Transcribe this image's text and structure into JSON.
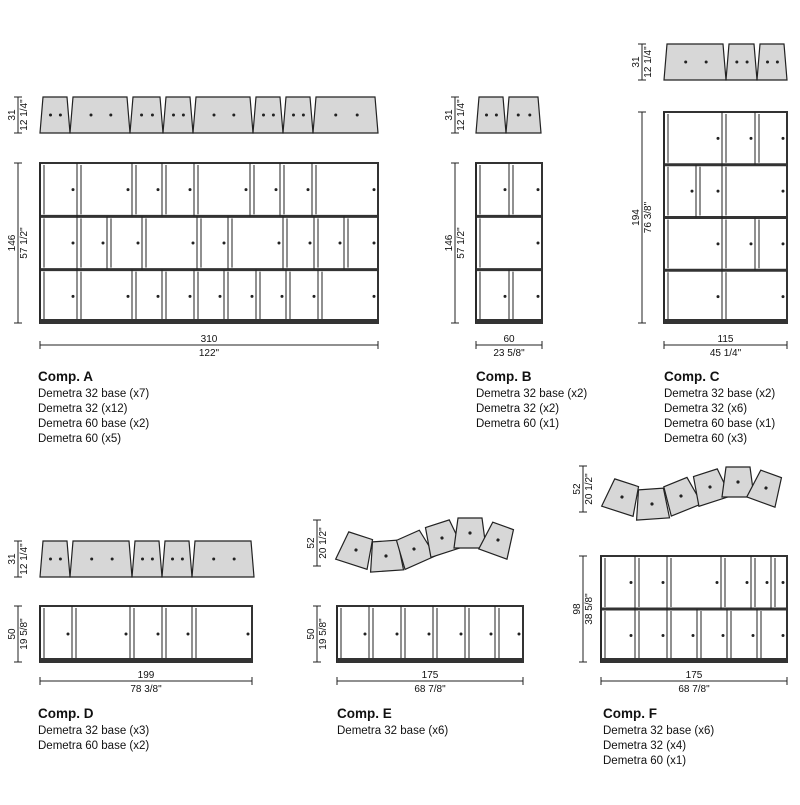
{
  "colors": {
    "panel": "#d7d7d7",
    "line": "#222222",
    "frame": "#333333",
    "text": "#111111"
  },
  "dims": {
    "a_width": "310",
    "a_width_in": "122\"",
    "a_height": "146",
    "a_height_in": "57 1/2\"",
    "a_depth": "31",
    "a_depth_in": "12 1/4\"",
    "b_width": "60",
    "b_width_in": "23 5/8\"",
    "b_height": "146",
    "b_height_in": "57 1/2\"",
    "b_depth": "31",
    "b_depth_in": "12 1/4\"",
    "c_width": "115",
    "c_width_in": "45 1/4\"",
    "c_height": "194",
    "c_height_in": "76 3/8\"",
    "c_depth": "31",
    "c_depth_in": "12 1/4\"",
    "d_width": "199",
    "d_width_in": "78 3/8\"",
    "d_height": "50",
    "d_height_in": "19 5/8\"",
    "d_depth": "31",
    "d_depth_in": "12 1/4\"",
    "e_width": "175",
    "e_width_in": "68 7/8\"",
    "e_height": "50",
    "e_height_in": "19 5/8\"",
    "e_depth": "52",
    "e_depth_in": "20 1/2\"",
    "f_width": "175",
    "f_width_in": "68 7/8\"",
    "f_height": "98",
    "f_height_in": "38 5/8\"",
    "f_depth": "52",
    "f_depth_in": "20 1/2\""
  },
  "compositions": {
    "a": {
      "title": "Comp. A",
      "items": [
        "Demetra 32 base (x7)",
        "Demetra 32 (x12)",
        "Demetra 60 base (x2)",
        "Demetra 60 (x5)"
      ]
    },
    "b": {
      "title": "Comp. B",
      "items": [
        "Demetra 32 base (x2)",
        "Demetra 32 (x2)",
        "Demetra 60 (x1)"
      ]
    },
    "c": {
      "title": "Comp. C",
      "items": [
        "Demetra 32 base (x2)",
        "Demetra 32 (x6)",
        "Demetra 60 base (x1)",
        "Demetra 60 (x3)"
      ]
    },
    "d": {
      "title": "Comp. D",
      "items": [
        "Demetra 32 base (x3)",
        "Demetra 60 base (x2)"
      ]
    },
    "e": {
      "title": "Comp. E",
      "items": [
        "Demetra 32 base (x6)"
      ]
    },
    "f": {
      "title": "Comp. F",
      "items": [
        "Demetra 32 base (x6)",
        "Demetra 32 (x4)",
        "Demetra 60 (x1)"
      ]
    }
  }
}
